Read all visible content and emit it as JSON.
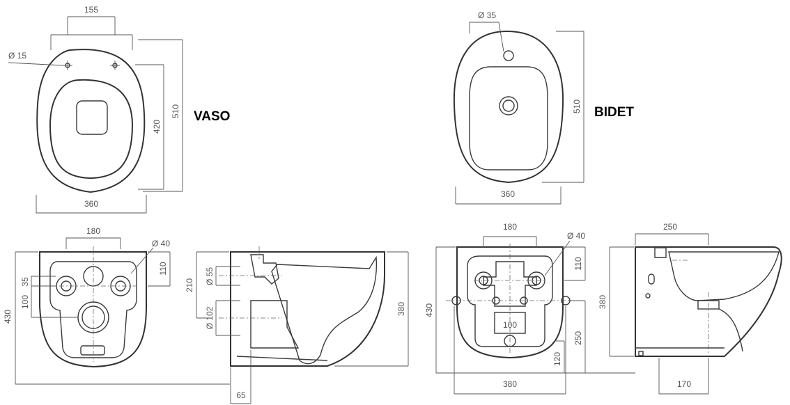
{
  "colors": {
    "outline": "#333333",
    "dimension": "#555555",
    "title": "#000000"
  },
  "vaso": {
    "title": "VASO",
    "top_view": {
      "holes_spacing": "155",
      "hole_dia": "Ø 15",
      "depth_total": "510",
      "depth_inner": "420",
      "width": "360"
    },
    "rear_view": {
      "width_top": "180",
      "outlet_dia": "Ø 40",
      "height_110": "110",
      "dim_35": "35",
      "dim_100": "100",
      "height": "430"
    },
    "side_view": {
      "inlet_dia": "Ø 55",
      "outlet_dia": "Ø 102",
      "dim_210": "210",
      "height": "380",
      "dim_65": "65"
    }
  },
  "bidet": {
    "title": "BIDET",
    "top_view": {
      "tap_hole_dia": "Ø 35",
      "depth": "510",
      "width": "360"
    },
    "rear_view": {
      "width_top": "180",
      "outlet_dia": "Ø 40",
      "height_110": "110",
      "dim_100": "100",
      "dim_250": "250",
      "dim_120": "120",
      "width": "380",
      "height": "430"
    },
    "side_view": {
      "width_top": "250",
      "height": "380",
      "dim_170": "170"
    }
  }
}
